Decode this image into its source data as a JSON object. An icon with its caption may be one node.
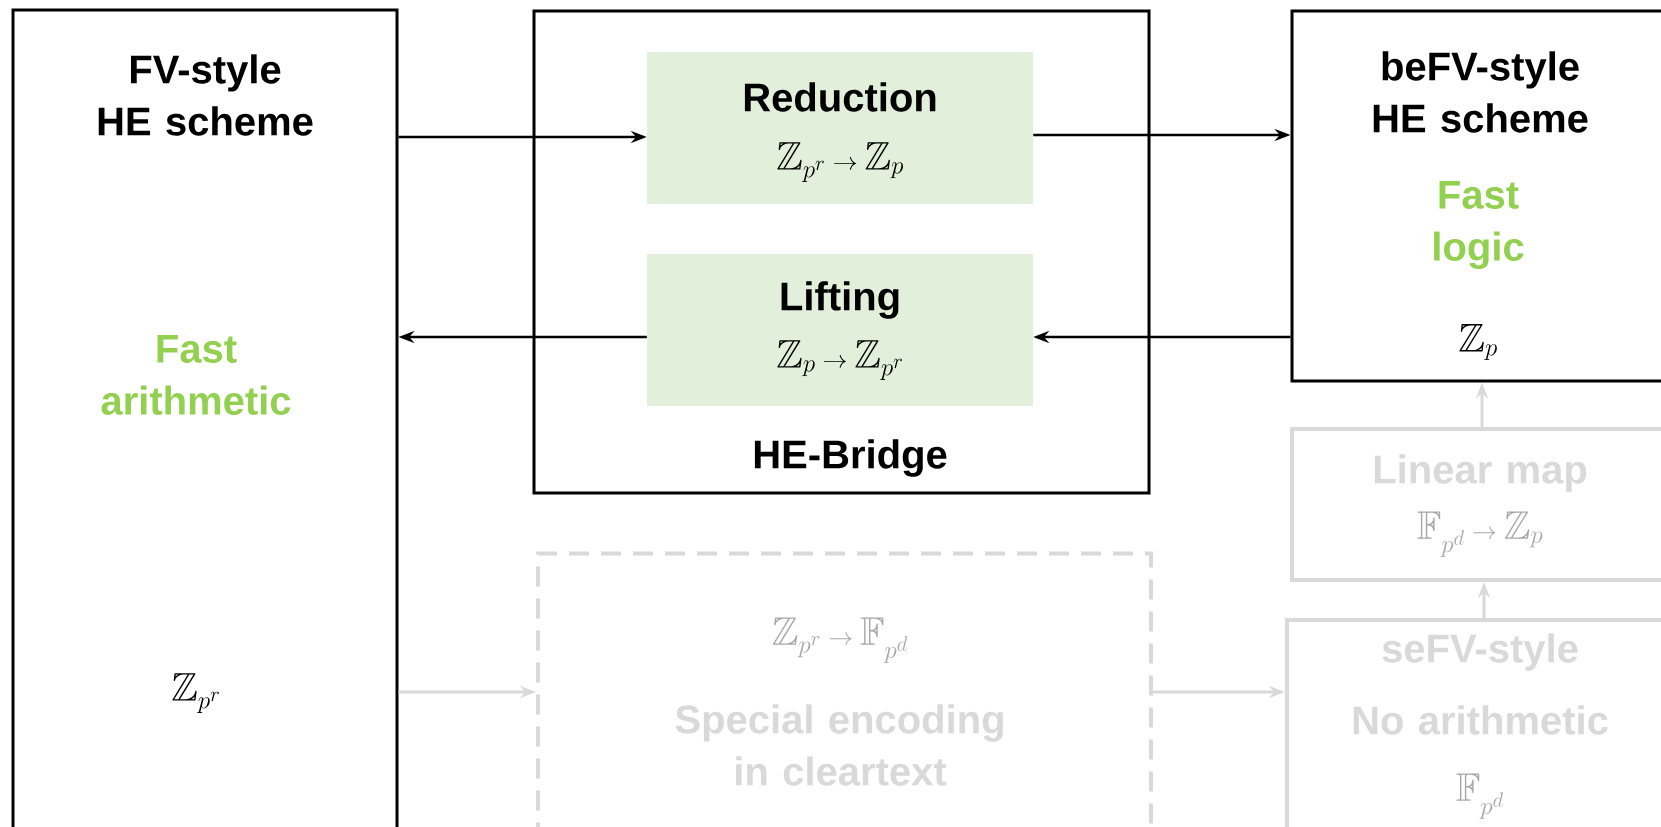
{
  "diagram": {
    "nodes": [
      {
        "text": [
          "FV-style HE scheme",
          "Fast arithmetic",
          "\\mathbb{Z}_{p^r}"
        ]
      },
      {
        "text": [
          "HE-Bridge"
        ]
      },
      {
        "text": [
          "Reduction",
          "\\mathbb{Z}_{p^r} \\rightarrow \\mathbb{Z}_p"
        ],
        "in": 1
      },
      {
        "text": [
          "Lifting",
          "\\mathbb{Z}_p \\rightarrow \\mathbb{Z}_{p^r}"
        ],
        "in": 1
      },
      {
        "text": [
          "beFV-style HE scheme",
          "Fast logic",
          "\\mathbb{Z}_p"
        ]
      },
      {
        "text": [
          "Linear map",
          "\\mathbb{F}_{p^d} \\rightarrow \\mathbb{Z}_p"
        ]
      },
      {
        "text": [
          "\\mathbb{Z}_{p^r} \\rightarrow \\mathbb{F}_{p^d}",
          "Special encoding in cleartext"
        ]
      },
      {
        "text": [
          "seFV-style",
          "No arithmetic",
          "\\mathbb{F}_{p^d}"
        ]
      }
    ],
    "edges": [
      {
        "from": 0,
        "to": 2,
        "arrow": "to"
      },
      {
        "from": 2,
        "to": 4,
        "arrow": "to"
      },
      {
        "from": 4,
        "to": 3,
        "arrow": "to"
      },
      {
        "from": 3,
        "to": 0,
        "arrow": "to"
      },
      {
        "from": 0,
        "to": 6,
        "arrow": "to",
        "color": "#d9d9d9"
      },
      {
        "from": 6,
        "to": 7,
        "arrow": "to",
        "color": "#d9d9d9"
      },
      {
        "from": 7,
        "to": 5,
        "arrow": "to",
        "color": "#d9d9d9"
      },
      {
        "from": 5,
        "to": 4,
        "arrow": "to",
        "color": "#d9d9d9"
      }
    ]
  }
}
